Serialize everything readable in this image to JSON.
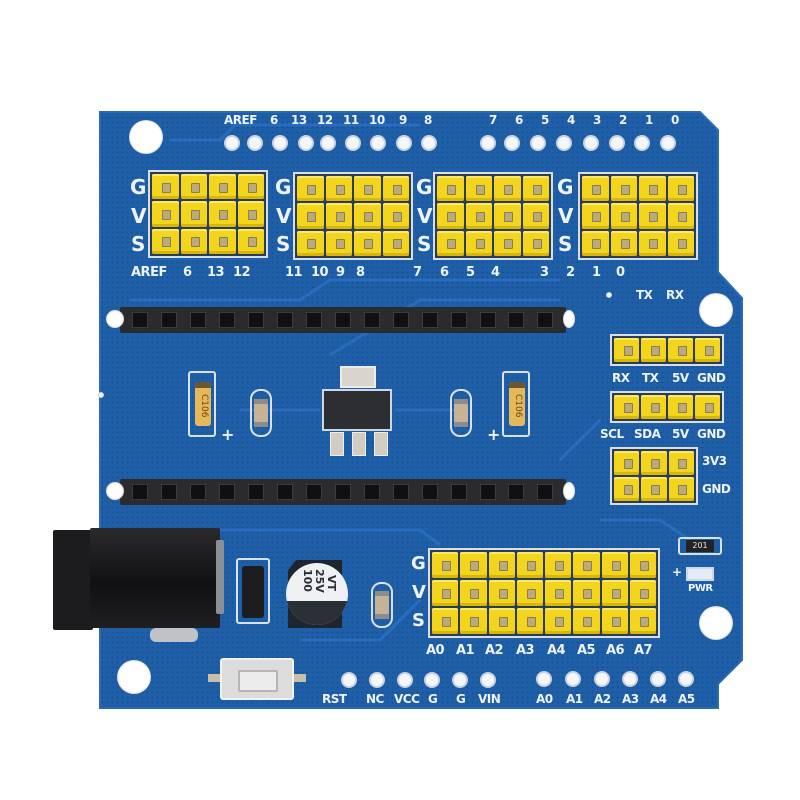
{
  "image": {
    "subject": "Arduino Nano I/O expansion shield",
    "board_color": "#1f5fa8",
    "header_color": "#f4d51e",
    "silkscreen_color": "#eef3fb"
  },
  "top_pin_labels": [
    "AREF",
    "6",
    "13",
    "12",
    "11",
    "10",
    "9",
    "8",
    "7",
    "6",
    "5",
    "4",
    "3",
    "2",
    "1",
    "0"
  ],
  "gvs_rows": [
    "G",
    "V",
    "S"
  ],
  "digital_header_groups": [
    {
      "pins": [
        "AREF",
        "6",
        "13",
        "12"
      ]
    },
    {
      "pins": [
        "11",
        "10",
        "9",
        "8"
      ]
    },
    {
      "pins": [
        "7",
        "6",
        "5",
        "4"
      ]
    },
    {
      "pins": [
        "3",
        "2",
        "1",
        "0"
      ]
    }
  ],
  "serial_labels": [
    "TX",
    "RX"
  ],
  "uart_header": {
    "labels": [
      "RX",
      "TX",
      "5V",
      "GND"
    ]
  },
  "i2c_header": {
    "labels": [
      "SCL",
      "SDA",
      "5V",
      "GND"
    ]
  },
  "power_header": {
    "labels": [
      "3V3",
      "GND"
    ]
  },
  "capacitors": {
    "tantalum_left": "C106",
    "tantalum_right": "C106",
    "plus": "+"
  },
  "electrolytic": {
    "line1": "100",
    "line2": "25V",
    "line3": "VT"
  },
  "led": {
    "resistor_code": "201",
    "label": "PWR",
    "plus": "+"
  },
  "analog_header": {
    "pins": [
      "A0",
      "A1",
      "A2",
      "A3",
      "A4",
      "A5",
      "A6",
      "A7"
    ]
  },
  "bottom_pin_labels": {
    "power": [
      "RST",
      "NC",
      "VCC",
      "G",
      "G",
      "VIN"
    ],
    "analog": [
      "A0",
      "A1",
      "A2",
      "A3",
      "A4",
      "A5"
    ]
  }
}
